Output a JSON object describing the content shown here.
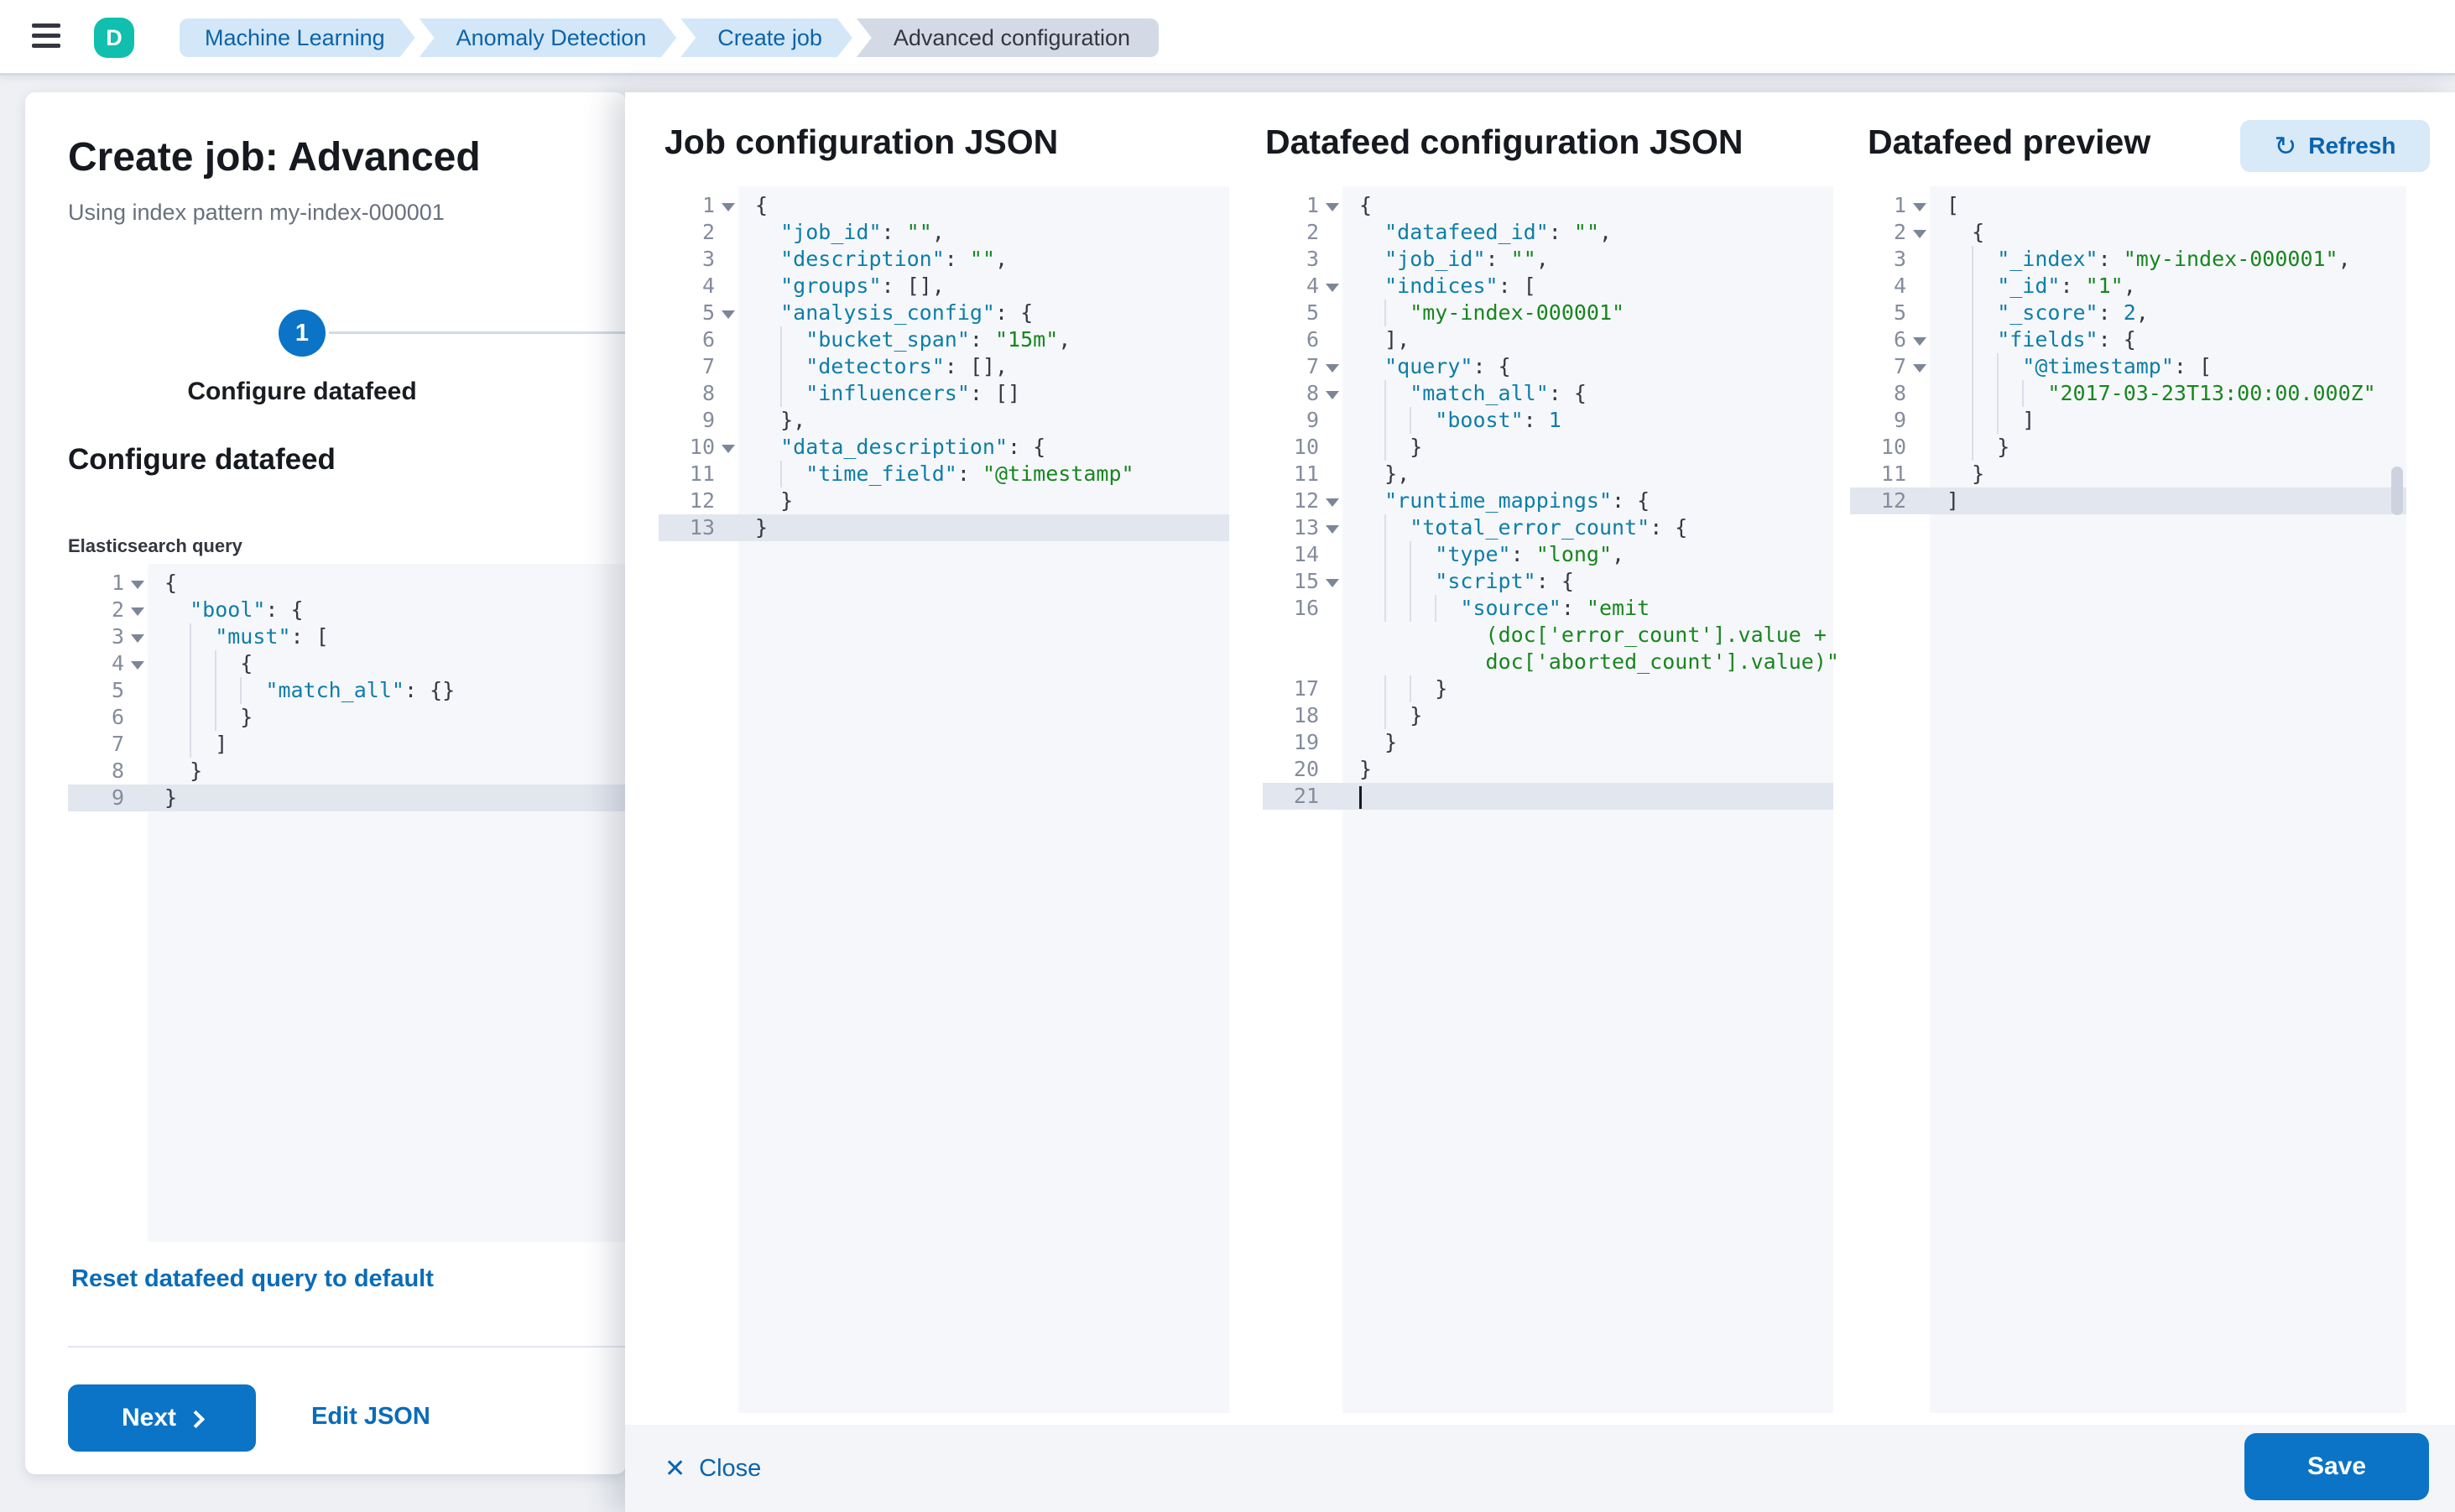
{
  "header": {
    "avatar_initial": "D",
    "breadcrumbs": [
      {
        "label": "Machine Learning"
      },
      {
        "label": "Anomaly Detection"
      },
      {
        "label": "Create job"
      },
      {
        "label": "Advanced configuration"
      }
    ]
  },
  "wizard": {
    "title": "Create job: Advanced",
    "subtitle": "Using index pattern my-index-000001",
    "step_number": "1",
    "step_label": "Configure datafeed",
    "section_heading": "Configure datafeed",
    "query_label": "Elasticsearch query",
    "reset_link": "Reset datafeed query to default",
    "next_label": "Next",
    "edit_json_label": "Edit JSON"
  },
  "panels": {
    "job_title": "Job configuration JSON",
    "datafeed_title": "Datafeed configuration JSON",
    "preview_title": "Datafeed preview",
    "refresh_label": "Refresh"
  },
  "footer": {
    "close_label": "Close",
    "save_label": "Save"
  },
  "colors": {
    "accent_blue": "#0b74c6",
    "link_blue": "#0a6cb8",
    "key_teal": "#0d7ea8",
    "string_green": "#17861f",
    "avatar_green": "#10bfae",
    "active_line": "#e2e6ee"
  },
  "editors": {
    "es_query": {
      "lines": [
        {
          "n": "1",
          "fold": true,
          "tokens": [
            [
              "p",
              "{"
            ]
          ]
        },
        {
          "n": "2",
          "fold": true,
          "tokens": [
            [
              "p",
              "  "
            ],
            [
              "k",
              "\"bool\""
            ],
            [
              "p",
              ": {"
            ]
          ]
        },
        {
          "n": "3",
          "fold": true,
          "tokens": [
            [
              "p",
              "  "
            ],
            [
              "g",
              ""
            ],
            [
              "k",
              "\"must\""
            ],
            [
              "p",
              ": ["
            ]
          ]
        },
        {
          "n": "4",
          "fold": true,
          "tokens": [
            [
              "p",
              "  "
            ],
            [
              "g",
              ""
            ],
            [
              "g",
              ""
            ],
            [
              "p",
              "{"
            ]
          ]
        },
        {
          "n": "5",
          "tokens": [
            [
              "p",
              "  "
            ],
            [
              "g",
              ""
            ],
            [
              "g",
              ""
            ],
            [
              "g",
              ""
            ],
            [
              "k",
              "\"match_all\""
            ],
            [
              "p",
              ": {}"
            ]
          ]
        },
        {
          "n": "6",
          "tokens": [
            [
              "p",
              "  "
            ],
            [
              "g",
              ""
            ],
            [
              "g",
              ""
            ],
            [
              "p",
              "}"
            ]
          ]
        },
        {
          "n": "7",
          "tokens": [
            [
              "p",
              "  "
            ],
            [
              "g",
              ""
            ],
            [
              "p",
              "]"
            ]
          ]
        },
        {
          "n": "8",
          "tokens": [
            [
              "p",
              "  }"
            ]
          ]
        },
        {
          "n": "9",
          "active": true,
          "tokens": [
            [
              "p",
              "}"
            ]
          ]
        }
      ]
    },
    "job_config": {
      "lines": [
        {
          "n": "1",
          "fold": true,
          "tokens": [
            [
              "p",
              "{"
            ]
          ]
        },
        {
          "n": "2",
          "tokens": [
            [
              "p",
              "  "
            ],
            [
              "k",
              "\"job_id\""
            ],
            [
              "p",
              ": "
            ],
            [
              "s",
              "\"\""
            ],
            [
              "p",
              ","
            ]
          ]
        },
        {
          "n": "3",
          "tokens": [
            [
              "p",
              "  "
            ],
            [
              "k",
              "\"description\""
            ],
            [
              "p",
              ": "
            ],
            [
              "s",
              "\"\""
            ],
            [
              "p",
              ","
            ]
          ]
        },
        {
          "n": "4",
          "tokens": [
            [
              "p",
              "  "
            ],
            [
              "k",
              "\"groups\""
            ],
            [
              "p",
              ": [],"
            ]
          ]
        },
        {
          "n": "5",
          "fold": true,
          "tokens": [
            [
              "p",
              "  "
            ],
            [
              "k",
              "\"analysis_config\""
            ],
            [
              "p",
              ": {"
            ]
          ]
        },
        {
          "n": "6",
          "tokens": [
            [
              "p",
              "  "
            ],
            [
              "g",
              ""
            ],
            [
              "k",
              "\"bucket_span\""
            ],
            [
              "p",
              ": "
            ],
            [
              "s",
              "\"15m\""
            ],
            [
              "p",
              ","
            ]
          ]
        },
        {
          "n": "7",
          "tokens": [
            [
              "p",
              "  "
            ],
            [
              "g",
              ""
            ],
            [
              "k",
              "\"detectors\""
            ],
            [
              "p",
              ": [],"
            ]
          ]
        },
        {
          "n": "8",
          "tokens": [
            [
              "p",
              "  "
            ],
            [
              "g",
              ""
            ],
            [
              "k",
              "\"influencers\""
            ],
            [
              "p",
              ": []"
            ]
          ]
        },
        {
          "n": "9",
          "tokens": [
            [
              "p",
              "  },"
            ]
          ]
        },
        {
          "n": "10",
          "fold": true,
          "tokens": [
            [
              "p",
              "  "
            ],
            [
              "k",
              "\"data_description\""
            ],
            [
              "p",
              ": {"
            ]
          ]
        },
        {
          "n": "11",
          "tokens": [
            [
              "p",
              "  "
            ],
            [
              "g",
              ""
            ],
            [
              "k",
              "\"time_field\""
            ],
            [
              "p",
              ": "
            ],
            [
              "s",
              "\"@timestamp\""
            ]
          ]
        },
        {
          "n": "12",
          "tokens": [
            [
              "p",
              "  }"
            ]
          ]
        },
        {
          "n": "13",
          "active": true,
          "tokens": [
            [
              "p",
              "}"
            ]
          ]
        }
      ]
    },
    "datafeed_config": {
      "lines": [
        {
          "n": "1",
          "fold": true,
          "tokens": [
            [
              "p",
              "{"
            ]
          ]
        },
        {
          "n": "2",
          "tokens": [
            [
              "p",
              "  "
            ],
            [
              "k",
              "\"datafeed_id\""
            ],
            [
              "p",
              ": "
            ],
            [
              "s",
              "\"\""
            ],
            [
              "p",
              ","
            ]
          ]
        },
        {
          "n": "3",
          "tokens": [
            [
              "p",
              "  "
            ],
            [
              "k",
              "\"job_id\""
            ],
            [
              "p",
              ": "
            ],
            [
              "s",
              "\"\""
            ],
            [
              "p",
              ","
            ]
          ]
        },
        {
          "n": "4",
          "fold": true,
          "tokens": [
            [
              "p",
              "  "
            ],
            [
              "k",
              "\"indices\""
            ],
            [
              "p",
              ": ["
            ]
          ]
        },
        {
          "n": "5",
          "tokens": [
            [
              "p",
              "  "
            ],
            [
              "g",
              ""
            ],
            [
              "s",
              "\"my-index-000001\""
            ]
          ]
        },
        {
          "n": "6",
          "tokens": [
            [
              "p",
              "  ],"
            ]
          ]
        },
        {
          "n": "7",
          "fold": true,
          "tokens": [
            [
              "p",
              "  "
            ],
            [
              "k",
              "\"query\""
            ],
            [
              "p",
              ": {"
            ]
          ]
        },
        {
          "n": "8",
          "fold": true,
          "tokens": [
            [
              "p",
              "  "
            ],
            [
              "g",
              ""
            ],
            [
              "k",
              "\"match_all\""
            ],
            [
              "p",
              ": {"
            ]
          ]
        },
        {
          "n": "9",
          "tokens": [
            [
              "p",
              "  "
            ],
            [
              "g",
              ""
            ],
            [
              "g",
              ""
            ],
            [
              "k",
              "\"boost\""
            ],
            [
              "p",
              ": "
            ],
            [
              "n",
              "1"
            ]
          ]
        },
        {
          "n": "10",
          "tokens": [
            [
              "p",
              "  "
            ],
            [
              "g",
              ""
            ],
            [
              "p",
              "}"
            ]
          ]
        },
        {
          "n": "11",
          "tokens": [
            [
              "p",
              "  },"
            ]
          ]
        },
        {
          "n": "12",
          "fold": true,
          "tokens": [
            [
              "p",
              "  "
            ],
            [
              "k",
              "\"runtime_mappings\""
            ],
            [
              "p",
              ": {"
            ]
          ]
        },
        {
          "n": "13",
          "fold": true,
          "tokens": [
            [
              "p",
              "  "
            ],
            [
              "g",
              ""
            ],
            [
              "k",
              "\"total_error_count\""
            ],
            [
              "p",
              ": {"
            ]
          ]
        },
        {
          "n": "14",
          "tokens": [
            [
              "p",
              "  "
            ],
            [
              "g",
              ""
            ],
            [
              "g",
              ""
            ],
            [
              "k",
              "\"type\""
            ],
            [
              "p",
              ": "
            ],
            [
              "s",
              "\"long\""
            ],
            [
              "p",
              ","
            ]
          ]
        },
        {
          "n": "15",
          "fold": true,
          "tokens": [
            [
              "p",
              "  "
            ],
            [
              "g",
              ""
            ],
            [
              "g",
              ""
            ],
            [
              "k",
              "\"script\""
            ],
            [
              "p",
              ": {"
            ]
          ]
        },
        {
          "n": "16",
          "tokens": [
            [
              "p",
              "  "
            ],
            [
              "g",
              ""
            ],
            [
              "g",
              ""
            ],
            [
              "g",
              ""
            ],
            [
              "k",
              "\"source\""
            ],
            [
              "p",
              ": "
            ],
            [
              "s",
              "\"emit"
            ]
          ],
          "wrap": [
            [
              [
                "p",
                "          "
              ],
              [
                "s",
                "(doc['error_count'].value +"
              ]
            ],
            [
              [
                "p",
                "          "
              ],
              [
                "s",
                "doc['aborted_count'].value)\""
              ]
            ]
          ]
        },
        {
          "n": "17",
          "tokens": [
            [
              "p",
              "  "
            ],
            [
              "g",
              ""
            ],
            [
              "g",
              ""
            ],
            [
              "p",
              "}"
            ]
          ]
        },
        {
          "n": "18",
          "tokens": [
            [
              "p",
              "  "
            ],
            [
              "g",
              ""
            ],
            [
              "p",
              "}"
            ]
          ]
        },
        {
          "n": "19",
          "tokens": [
            [
              "p",
              "  }"
            ]
          ]
        },
        {
          "n": "20",
          "tokens": [
            [
              "p",
              "}"
            ]
          ]
        },
        {
          "n": "21",
          "active": true,
          "tokens": [
            [
              "c",
              ""
            ]
          ]
        }
      ]
    },
    "preview": {
      "lines": [
        {
          "n": "1",
          "fold": true,
          "tokens": [
            [
              "p",
              "["
            ]
          ]
        },
        {
          "n": "2",
          "fold": true,
          "tokens": [
            [
              "p",
              "  {"
            ]
          ]
        },
        {
          "n": "3",
          "tokens": [
            [
              "p",
              "  "
            ],
            [
              "g",
              ""
            ],
            [
              "k",
              "\"_index\""
            ],
            [
              "p",
              ": "
            ],
            [
              "s",
              "\"my-index-000001\""
            ],
            [
              "p",
              ","
            ]
          ]
        },
        {
          "n": "4",
          "tokens": [
            [
              "p",
              "  "
            ],
            [
              "g",
              ""
            ],
            [
              "k",
              "\"_id\""
            ],
            [
              "p",
              ": "
            ],
            [
              "s",
              "\"1\""
            ],
            [
              "p",
              ","
            ]
          ]
        },
        {
          "n": "5",
          "tokens": [
            [
              "p",
              "  "
            ],
            [
              "g",
              ""
            ],
            [
              "k",
              "\"_score\""
            ],
            [
              "p",
              ": "
            ],
            [
              "n",
              "2"
            ],
            [
              "p",
              ","
            ]
          ]
        },
        {
          "n": "6",
          "fold": true,
          "tokens": [
            [
              "p",
              "  "
            ],
            [
              "g",
              ""
            ],
            [
              "k",
              "\"fields\""
            ],
            [
              "p",
              ": {"
            ]
          ]
        },
        {
          "n": "7",
          "fold": true,
          "tokens": [
            [
              "p",
              "  "
            ],
            [
              "g",
              ""
            ],
            [
              "g",
              ""
            ],
            [
              "k",
              "\"@timestamp\""
            ],
            [
              "p",
              ": ["
            ]
          ]
        },
        {
          "n": "8",
          "tokens": [
            [
              "p",
              "  "
            ],
            [
              "g",
              ""
            ],
            [
              "g",
              ""
            ],
            [
              "g",
              ""
            ],
            [
              "s",
              "\"2017-03-23T13:00:00.000Z\""
            ]
          ]
        },
        {
          "n": "9",
          "tokens": [
            [
              "p",
              "  "
            ],
            [
              "g",
              ""
            ],
            [
              "g",
              ""
            ],
            [
              "p",
              "]"
            ]
          ]
        },
        {
          "n": "10",
          "tokens": [
            [
              "p",
              "  "
            ],
            [
              "g",
              ""
            ],
            [
              "p",
              "}"
            ]
          ]
        },
        {
          "n": "11",
          "tokens": [
            [
              "p",
              "  }"
            ]
          ]
        },
        {
          "n": "12",
          "active": true,
          "tokens": [
            [
              "p",
              "]"
            ]
          ]
        }
      ]
    }
  }
}
